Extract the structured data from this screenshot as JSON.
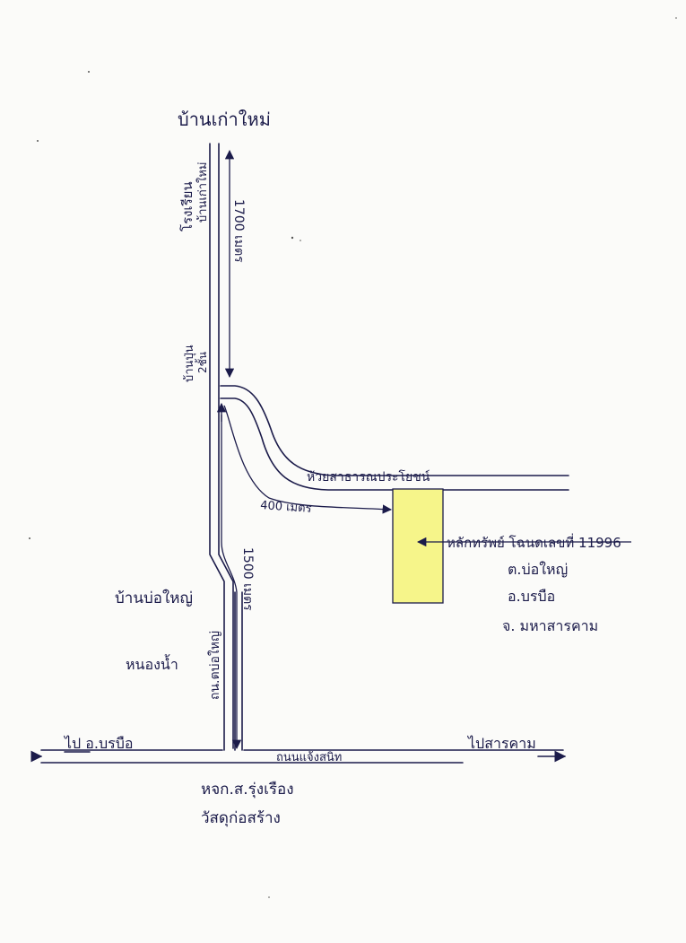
{
  "map": {
    "places": {
      "ban_kao_mai": "บ้านเก่าใหม่",
      "school": "โรงเรียน",
      "school_sub": "บ้านเก่าใหม่",
      "ban_pun": "บ้านปุ่น",
      "ban_pun_no": "2ชั้น",
      "ban_bo_yai": "บ้านบ่อใหญ่",
      "nong_nam": "หนองน้ำ"
    },
    "roads": {
      "bo_yai_road": "ถน.ตบ่อใหญ่",
      "public_road": "ห้วยสาธารณประโยชน์",
      "main_road": "ถนนแจ้งสนิท"
    },
    "distances": {
      "north": "1700 เมตร",
      "south": "1500 เมตร",
      "east": "400 เมตร"
    },
    "directions": {
      "to_borabue": "ไป อ.บรบือ",
      "to_sarakham": "ไปสารคาม"
    },
    "plot": {
      "color": "#f6f58a",
      "title": "หลักทรัพย์ โฉนดเลขที่ 11996",
      "tambon": "ต.บ่อใหญ่",
      "amphoe": "อ.บรบือ",
      "province": "จ. มหาสารคาม"
    },
    "office": {
      "line1": "หจก.ส.รุ่งเรือง",
      "line2": "วัสดุก่อสร้าง"
    }
  }
}
